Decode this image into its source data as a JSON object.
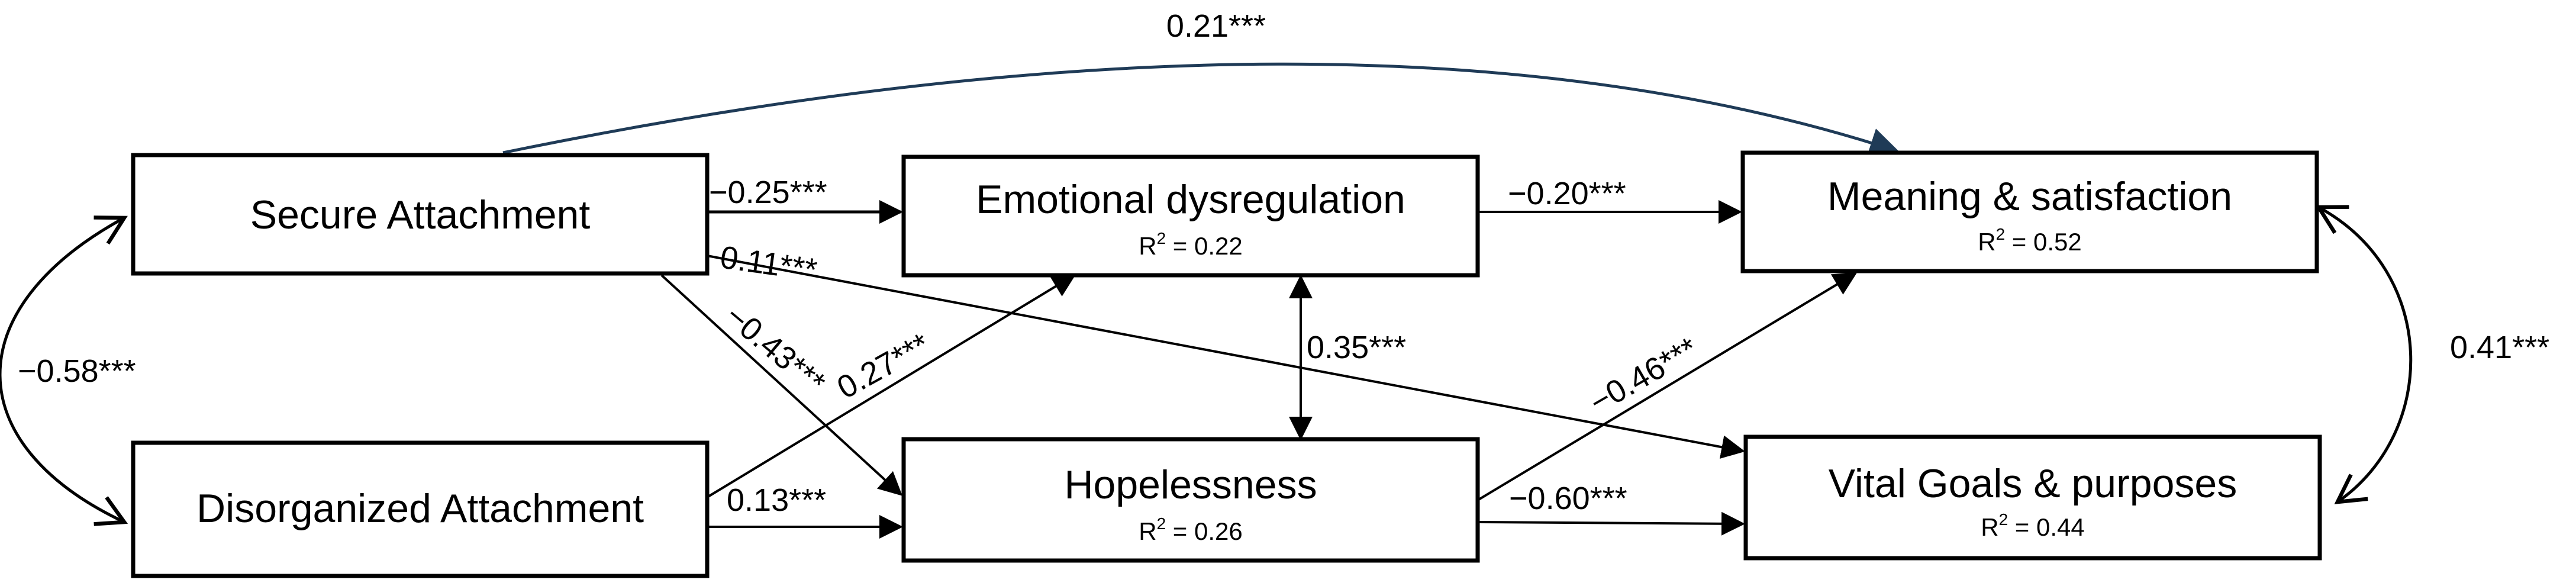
{
  "nodes": {
    "secure": {
      "label": "Secure Attachment"
    },
    "disorganized": {
      "label": "Disorganized Attachment"
    },
    "emotional": {
      "label": "Emotional dysregulation",
      "r2": "0.22"
    },
    "hopelessness": {
      "label": "Hopelessness",
      "r2": "0.26"
    },
    "meaning": {
      "label": "Meaning & satisfaction",
      "r2": "0.52"
    },
    "vital": {
      "label": "Vital Goals & purposes",
      "r2": "0.44"
    }
  },
  "r2_prefix": "R",
  "r2_sup": "2",
  "r2_sep": " = ",
  "coefficients": {
    "secure_meaning": "0.21***",
    "secure_emotional": "−0.25***",
    "secure_vital": "0.11***",
    "secure_hopelessness": "−0.43***",
    "disorganized_emotional": "0.27***",
    "disorganized_hopelessness": "0.13***",
    "emotional_meaning": "−0.20***",
    "emotional_hopelessness": "0.35***",
    "hopelessness_meaning": "−0.46***",
    "hopelessness_vital": "−0.60***",
    "secure_disorganized": "−0.58***",
    "meaning_vital": "0.41***"
  },
  "colors": {
    "line": "#000000",
    "curve_top": "#1f3b57",
    "box_border": "#000000",
    "background": "#ffffff"
  }
}
